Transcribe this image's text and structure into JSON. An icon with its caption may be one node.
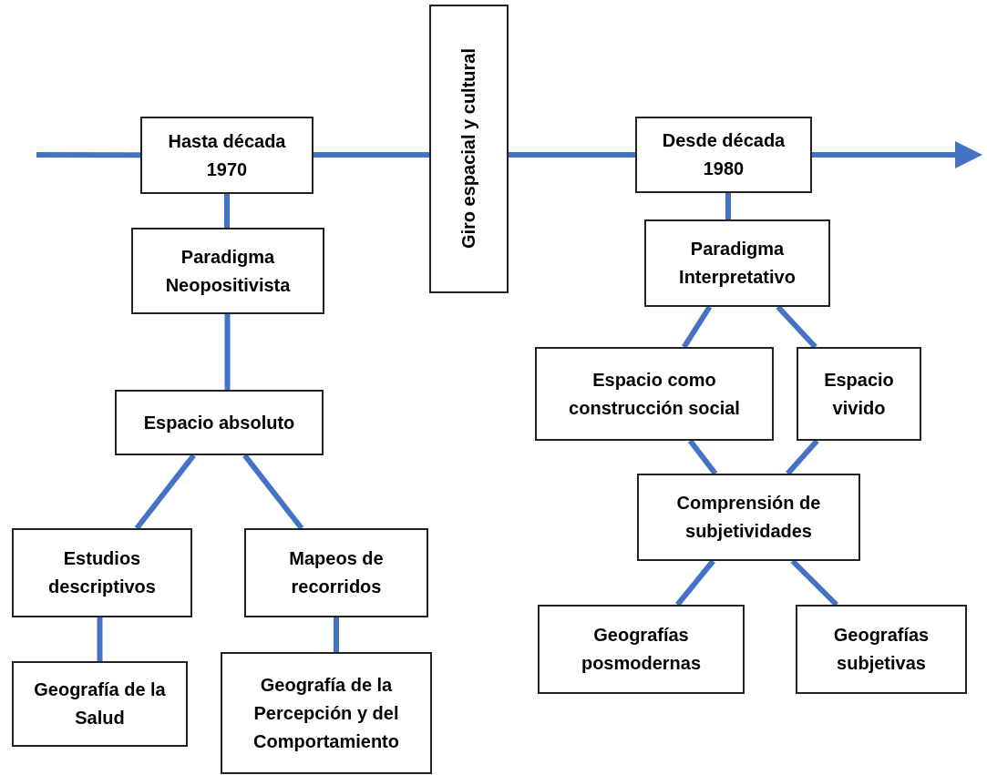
{
  "diagram": {
    "nodes": [
      {
        "text": [
          "Hasta década 1970"
        ]
      },
      {
        "text": [
          "Giro espacial y cultural"
        ]
      },
      {
        "text": [
          "Desde década 1980"
        ]
      },
      {
        "text": [
          "Paradigma Neopositivista"
        ]
      },
      {
        "text": [
          "Paradigma Interpretativo"
        ]
      },
      {
        "text": [
          "Espacio absoluto"
        ]
      },
      {
        "text": [
          "Espacio como construcción social"
        ]
      },
      {
        "text": [
          "Espacio vivido"
        ]
      },
      {
        "text": [
          "Estudios descriptivos"
        ]
      },
      {
        "text": [
          "Mapeos de recorridos"
        ]
      },
      {
        "text": [
          "Comprensión de subjetividades"
        ]
      },
      {
        "text": [
          "Geografía de la Salud"
        ]
      },
      {
        "text": [
          "Geografía de la Percepción y del Comportamiento"
        ]
      },
      {
        "text": [
          "Geografías posmodernas"
        ]
      },
      {
        "text": [
          "Geografías subjetivas"
        ]
      }
    ],
    "edges": [
      {
        "from": null,
        "to": 0,
        "arrow": "none"
      },
      {
        "from": 0,
        "to": 1,
        "arrow": "none"
      },
      {
        "from": 1,
        "to": 2,
        "arrow": "none"
      },
      {
        "from": 2,
        "to": null,
        "arrow": "to"
      },
      {
        "from": 0,
        "to": 3,
        "arrow": "none"
      },
      {
        "from": 3,
        "to": 5,
        "arrow": "none"
      },
      {
        "from": 5,
        "to": 8,
        "arrow": "none"
      },
      {
        "from": 5,
        "to": 9,
        "arrow": "none"
      },
      {
        "from": 8,
        "to": 11,
        "arrow": "none"
      },
      {
        "from": 9,
        "to": 12,
        "arrow": "none"
      },
      {
        "from": 2,
        "to": 4,
        "arrow": "none"
      },
      {
        "from": 4,
        "to": 6,
        "arrow": "none"
      },
      {
        "from": 4,
        "to": 7,
        "arrow": "none"
      },
      {
        "from": 6,
        "to": 10,
        "arrow": "none"
      },
      {
        "from": 7,
        "to": 10,
        "arrow": "none"
      },
      {
        "from": 10,
        "to": 13,
        "arrow": "none"
      },
      {
        "from": 10,
        "to": 14,
        "arrow": "none"
      }
    ]
  }
}
